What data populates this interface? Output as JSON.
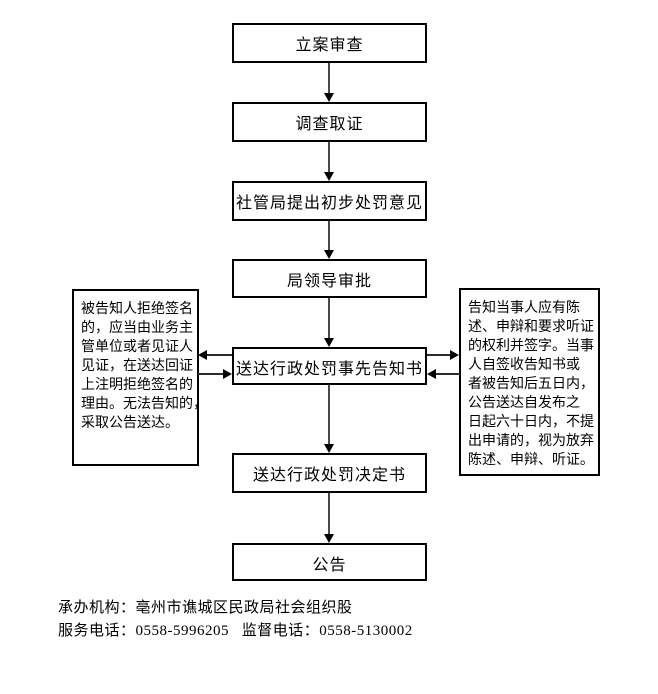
{
  "flow": {
    "steps": [
      {
        "label": "立案审查"
      },
      {
        "label": "调查取证"
      },
      {
        "label": "社管局提出初步处罚意见"
      },
      {
        "label": "局领导审批"
      },
      {
        "label": "送达行政处罚事先告知书"
      },
      {
        "label": "送达行政处罚决定书"
      },
      {
        "label": "公告"
      }
    ]
  },
  "notes": {
    "left": {
      "lines": [
        "被告知人拒绝签名",
        "的，应当由业务主",
        "管单位或者见证人",
        "见证，在送达回证",
        "上注明拒绝签名的",
        "理由。无法告知的，",
        "采取公告送达。"
      ]
    },
    "right": {
      "lines": [
        "告知当事人应有陈",
        "述、申辩和要求听证",
        "的权利并签字。当事",
        "人自签收告知书或",
        "者被告知后五日内，",
        "公告送达自发布之",
        "日起六十日内，不提",
        "出申请的，视为放弃",
        "陈述、申辩、听证。"
      ]
    }
  },
  "footer": {
    "agency": "承办机构：亳州市谯城区民政局社会组织股",
    "phones": "服务电话：0558-5996205   监督电话：0558-5130002"
  },
  "colors": {
    "box_border": "#000000",
    "connector_line": "#4a4a4a",
    "arrowhead": "#000000",
    "text": "#000000",
    "background": "#ffffff"
  }
}
